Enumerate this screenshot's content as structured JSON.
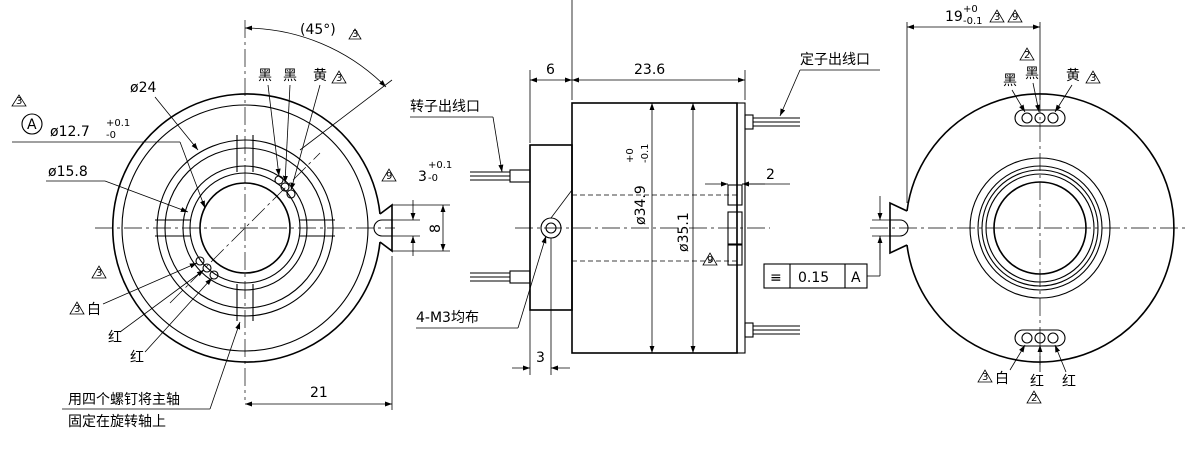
{
  "left_view": {
    "dim_angle": "(45°)",
    "tri_angle": "3",
    "dia24": "ø24",
    "dia12_main": "ø12.7",
    "dia12_tol_upper": "+0.1",
    "dia12_tol_lower": "-0",
    "datum_letter": "A",
    "tri_dia12": "3",
    "dia15": "ø15.8",
    "label_black1": "黑",
    "label_black2": "黑",
    "label_yellow": "黄",
    "tri_yellow": "3",
    "tri_mid": "3",
    "label_white": "白",
    "tri_white": "3",
    "label_red1": "红",
    "label_red2": "红",
    "dim_21": "21",
    "note_line1": "用四个螺钉将主轴",
    "note_line2": "固定在旋转轴上",
    "tri_slot": "9",
    "dim_slot_tol_upper": "+0.1",
    "dim_slot_tol_lower": "-0",
    "dim_slot_main": "3",
    "dim_8": "8"
  },
  "mid_view": {
    "dim_6": "6",
    "dim_23_6": "23.6",
    "rotor_outlet": "转子出线口",
    "stator_outlet": "定子出线口",
    "dia34_main": "ø34.9",
    "dia34_tol_upper": "+0",
    "dia34_tol_lower": "-0.1",
    "dia35": "ø35.1",
    "tri_dia35": "9",
    "dim_2": "2",
    "m3_note": "4-M3均布",
    "dim_3": "3"
  },
  "right_view": {
    "dim_19_main": "19",
    "dim_19_tol_upper": "+0",
    "dim_19_tol_lower": "-0.1",
    "tri_19a": "3",
    "tri_19b": "9",
    "tri_top": "2",
    "label_black1": "黑",
    "label_black2": "黑",
    "label_yellow": "黄",
    "tri_yellow": "3",
    "label_white": "白",
    "tri_white": "3",
    "label_red1": "红",
    "label_red2": "红",
    "tri_bottom": "2",
    "sym_value": "0.15",
    "sym_datum": "A",
    "sym_symbol": "≡"
  }
}
